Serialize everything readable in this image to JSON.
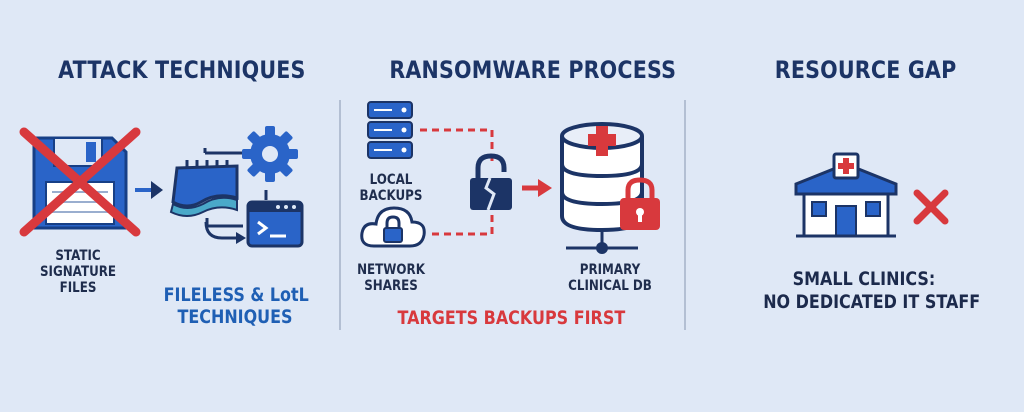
{
  "attack": {
    "title": "ATTACK TECHNIQUES",
    "static_label": [
      "STATIC",
      "SIGNATURE",
      "FILES"
    ],
    "fileless_label": [
      "FILELESS & LotL",
      "TECHNIQUES"
    ]
  },
  "ransomware": {
    "title": "RANSOMWARE PROCESS",
    "local_label": [
      "LOCAL",
      "BACKUPS"
    ],
    "network_label": [
      "NETWORK",
      "SHARES"
    ],
    "primary_label": [
      "PRIMARY",
      "CLINICAL DB"
    ],
    "footer": "TARGETS BACKUPS FIRST"
  },
  "resource": {
    "title": "RESOURCE GAP",
    "statement": [
      "SMALL CLINICS:",
      "NO DEDICATED IT STAFF"
    ]
  },
  "colors": {
    "navy": "#1c3466",
    "blue": "#2a64c8",
    "red": "#d8393d",
    "background": "#dfe8f6"
  },
  "icons": [
    "floppy-disk-icon",
    "cross-out-icon",
    "memory-chip-icon",
    "gear-icon",
    "terminal-window-icon",
    "server-icon",
    "cloud-lock-icon",
    "broken-padlock-icon",
    "database-icon",
    "padlock-icon",
    "clinic-building-icon",
    "x-mark-icon"
  ]
}
